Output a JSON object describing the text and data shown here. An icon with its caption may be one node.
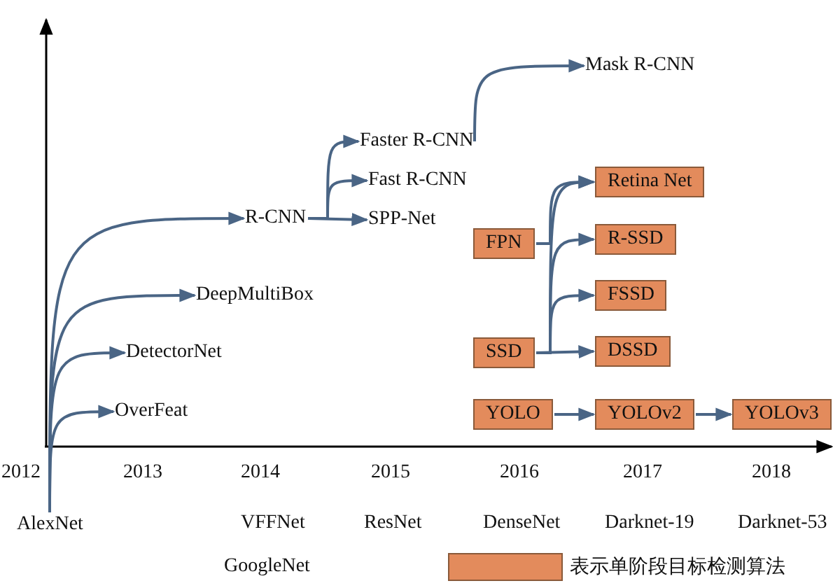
{
  "diagram": {
    "nodes": [
      {
        "text": [
          "Mask R-CNN"
        ]
      },
      {
        "text": [
          "Faster R-CNN"
        ]
      },
      {
        "text": [
          "Fast R-CNN"
        ]
      },
      {
        "text": [
          "R-CNN"
        ]
      },
      {
        "text": [
          "SPP-Net"
        ]
      },
      {
        "text": [
          "Retina Net"
        ]
      },
      {
        "text": [
          "FPN"
        ]
      },
      {
        "text": [
          "R-SSD"
        ]
      },
      {
        "text": [
          "DeepMultiBox"
        ]
      },
      {
        "text": [
          "FSSD"
        ]
      },
      {
        "text": [
          "DetectorNet"
        ]
      },
      {
        "text": [
          "SSD"
        ]
      },
      {
        "text": [
          "DSSD"
        ]
      },
      {
        "text": [
          "OverFeat"
        ]
      },
      {
        "text": [
          "YOLO"
        ]
      },
      {
        "text": [
          "YOLOv2"
        ]
      },
      {
        "text": [
          "YOLOv3"
        ]
      },
      {
        "text": [
          "AlexNet"
        ]
      }
    ],
    "edges": [
      {
        "from": 17,
        "to": 13,
        "arrow": "to"
      },
      {
        "from": 17,
        "to": 10,
        "arrow": "to"
      },
      {
        "from": 17,
        "to": 8,
        "arrow": "to"
      },
      {
        "from": 17,
        "to": 3,
        "arrow": "to"
      },
      {
        "from": 3,
        "to": 1,
        "arrow": "to"
      },
      {
        "from": 3,
        "to": 2,
        "arrow": "to"
      },
      {
        "from": 3,
        "to": 4,
        "arrow": "to"
      },
      {
        "from": 1,
        "to": 0,
        "arrow": "to"
      },
      {
        "from": 6,
        "to": 5,
        "arrow": "to"
      },
      {
        "from": 11,
        "to": 5,
        "arrow": "to"
      },
      {
        "from": 11,
        "to": 7,
        "arrow": "to"
      },
      {
        "from": 11,
        "to": 9,
        "arrow": "to"
      },
      {
        "from": 11,
        "to": 12,
        "arrow": "to"
      },
      {
        "from": 14,
        "to": 15,
        "arrow": "to"
      },
      {
        "from": 15,
        "to": 16,
        "arrow": "to"
      }
    ],
    "labels": [
      "2012",
      "2013",
      "2014",
      "2015",
      "2016",
      "2017",
      "2018",
      "VFFNet",
      "ResNet",
      "DenseNet",
      "Darknet-19",
      "Darknet-53",
      "GoogleNet"
    ],
    "legend": [
      {
        "text": "表示单阶段目标检测算法",
        "color": "#e38b5c"
      }
    ]
  }
}
